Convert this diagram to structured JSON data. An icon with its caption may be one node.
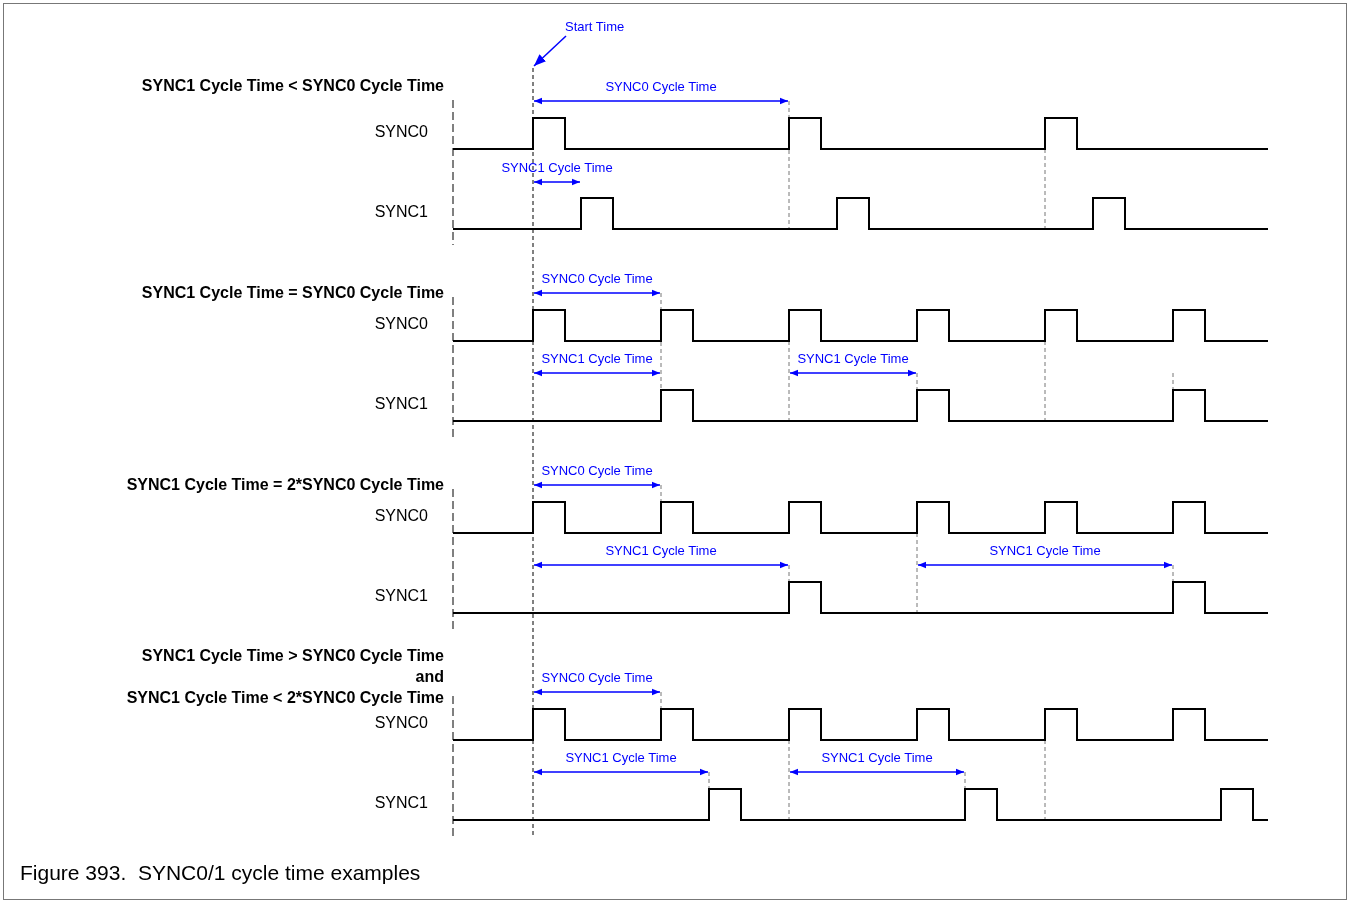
{
  "diagram": {
    "caption": "Figure 393.  SYNC0/1 cycle time examples",
    "nodes": [
      {
        "text": [
          "Start Time"
        ]
      },
      {
        "text": [],
        "shape": "line"
      }
    ],
    "edges": [
      {
        "from": 0,
        "to": 1,
        "arrow": "to"
      }
    ],
    "labels": [
      "SYNC1 Cycle Time < SYNC0 Cycle Time",
      "SYNC0 Cycle Time",
      "SYNC0",
      "SYNC1 Cycle Time",
      "SYNC1",
      "SYNC1 Cycle Time = SYNC0 Cycle Time",
      "SYNC0 Cycle Time",
      "SYNC0",
      "SYNC1 Cycle Time",
      "SYNC1 Cycle Time",
      "SYNC1",
      "SYNC1 Cycle Time = 2*SYNC0 Cycle Time",
      "SYNC0 Cycle Time",
      "SYNC0",
      "SYNC1 Cycle Time",
      "SYNC1 Cycle Time",
      "SYNC1",
      "SYNC1 Cycle Time > SYNC0 Cycle Time and SYNC1 Cycle Time < 2*SYNC0 Cycle Time",
      "SYNC0 Cycle Time",
      "SYNC0",
      "SYNC1 Cycle Time",
      "SYNC1 Cycle Time",
      "SYNC1"
    ]
  }
}
